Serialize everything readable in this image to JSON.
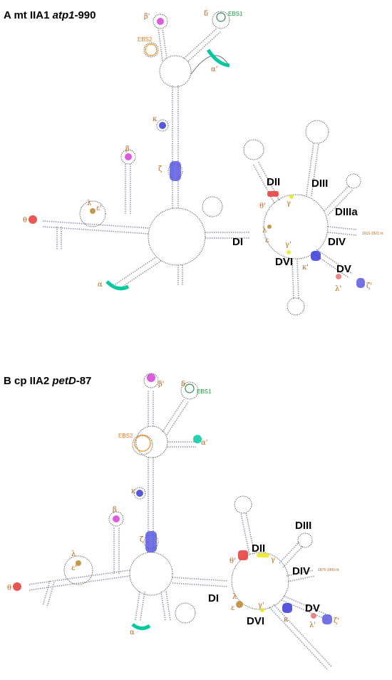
{
  "panels": [
    {
      "id": "A",
      "title_prefix": "A mt IIA1 ",
      "title_gene": "atp1",
      "title_suffix": "-990",
      "domains": [
        "DI",
        "DII",
        "DIII",
        "DIIIa",
        "DIV",
        "DV",
        "DVI"
      ],
      "ebs1": "EBS1",
      "ebs2": "EBS2",
      "greek": {
        "beta_prime": "β'",
        "delta": "δ",
        "alpha_prime": "α'",
        "kappa": "κ",
        "zeta": "ζ",
        "beta": "β",
        "lambda": "λ",
        "epsilon_prime": "ε'",
        "theta": "θ",
        "alpha": "α",
        "theta_prime": "θ'",
        "gamma": "γ",
        "lambda2": "λ",
        "epsilon": "ε",
        "gamma_prime": "γ'",
        "kappa_prime": "κ'",
        "lambda_prime": "λ'",
        "zeta_prime": "ζ'"
      },
      "insert_label": "1915-1921 nt"
    },
    {
      "id": "B",
      "title_prefix": "B cp IIA2 ",
      "title_gene": "petD",
      "title_suffix": "-87",
      "domains": [
        "DI",
        "DII",
        "DIII",
        "DIV",
        "DV",
        "DVI"
      ],
      "ebs1": "EBS1",
      "ebs2": "EBS2",
      "greek": {
        "beta_prime": "β'",
        "delta": "δ",
        "alpha_prime": "α'",
        "kappa": "κ",
        "zeta": "ζ",
        "beta": "β",
        "lambda": "λ",
        "epsilon_prime": "ε'",
        "theta": "θ",
        "alpha": "α",
        "theta_prime": "θ'",
        "gamma": "γ",
        "lambda2": "λ",
        "epsilon": "ε",
        "gamma_prime": "γ'",
        "kappa_prime": "κ",
        "lambda_prime": "λ'",
        "zeta_prime": "ζ'"
      },
      "insert_label": "1876-1900 nt"
    }
  ],
  "colors": {
    "theta": "#e53935",
    "beta": "#d63fd6",
    "ebs1": "#2e8b57",
    "ebs2": "#f0a040",
    "alpha": "#00c9a0",
    "kappa": "#3a3ad8",
    "zeta": "#5a5ae0",
    "lambda": "#b8862b",
    "gamma": "#e8e81a"
  }
}
